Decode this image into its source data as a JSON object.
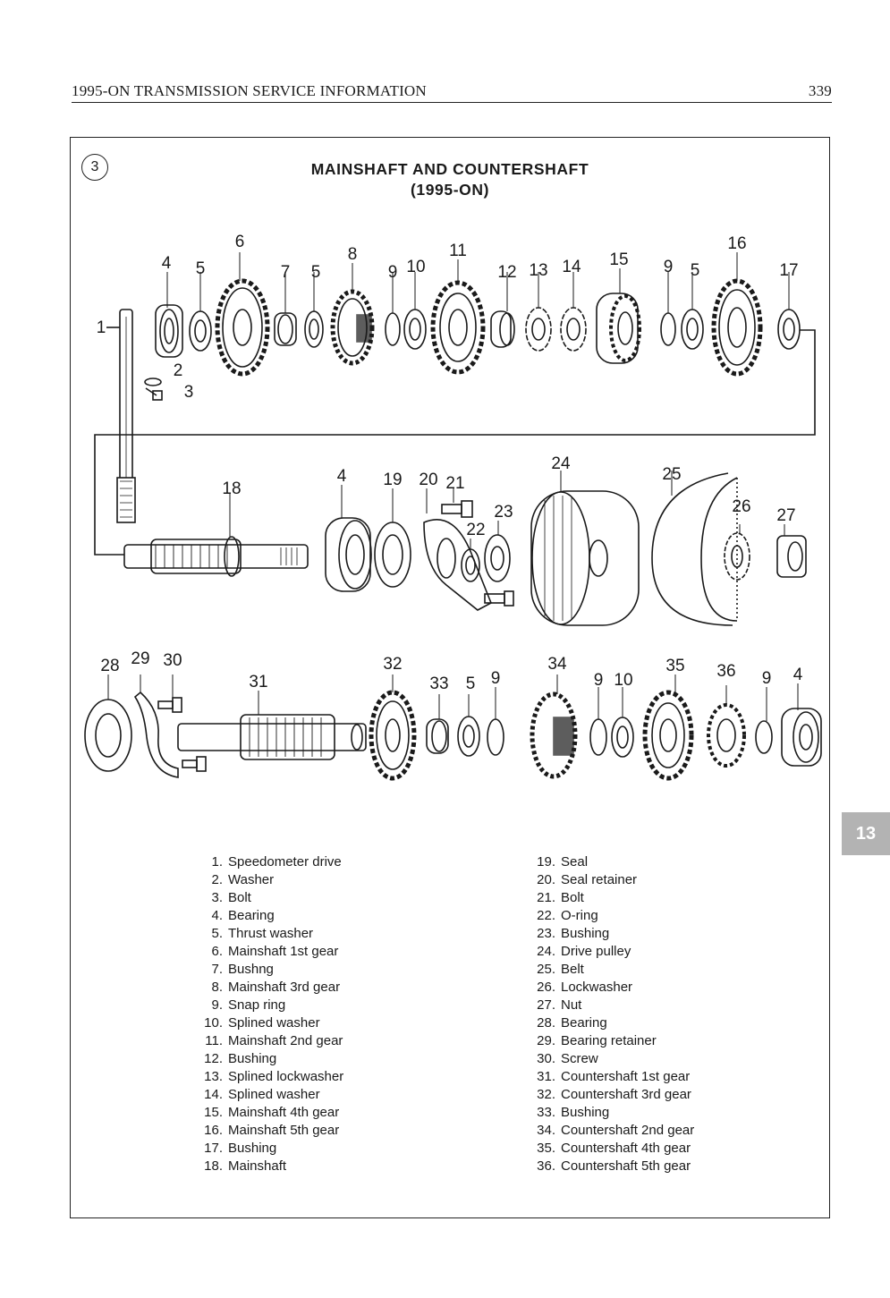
{
  "header": {
    "title": "1995-ON TRANSMISSION SERVICE INFORMATION",
    "page_number": "339"
  },
  "figure": {
    "number": "3",
    "title_line1": "MAINSHAFT AND COUNTERSHAFT",
    "title_line2": "(1995-ON)"
  },
  "callouts": {
    "row1": [
      "1",
      "2",
      "3",
      "4",
      "5",
      "6",
      "7",
      "5",
      "8",
      "9",
      "10",
      "11",
      "12",
      "13",
      "14",
      "15",
      "9",
      "5",
      "16",
      "17"
    ],
    "row2": [
      "18",
      "4",
      "19",
      "20",
      "21",
      "22",
      "23",
      "24",
      "25",
      "26",
      "27"
    ],
    "row3": [
      "28",
      "29",
      "30",
      "31",
      "32",
      "33",
      "5",
      "9",
      "34",
      "9",
      "10",
      "35",
      "36",
      "9",
      "4"
    ]
  },
  "legend_left": [
    {
      "num": "1.",
      "label": "Speedometer drive"
    },
    {
      "num": "2.",
      "label": "Washer"
    },
    {
      "num": "3.",
      "label": "Bolt"
    },
    {
      "num": "4.",
      "label": "Bearing"
    },
    {
      "num": "5.",
      "label": "Thrust washer"
    },
    {
      "num": "6.",
      "label": "Mainshaft 1st gear"
    },
    {
      "num": "7.",
      "label": "Bushng"
    },
    {
      "num": "8.",
      "label": "Mainshaft 3rd gear"
    },
    {
      "num": "9.",
      "label": "Snap ring"
    },
    {
      "num": "10.",
      "label": "Splined washer"
    },
    {
      "num": "11.",
      "label": "Mainshaft 2nd gear"
    },
    {
      "num": "12.",
      "label": "Bushing"
    },
    {
      "num": "13.",
      "label": "Splined lockwasher"
    },
    {
      "num": "14.",
      "label": "Splined washer"
    },
    {
      "num": "15.",
      "label": "Mainshaft 4th gear"
    },
    {
      "num": "16.",
      "label": "Mainshaft 5th gear"
    },
    {
      "num": "17.",
      "label": "Bushing"
    },
    {
      "num": "18.",
      "label": "Mainshaft"
    }
  ],
  "legend_right": [
    {
      "num": "19.",
      "label": "Seal"
    },
    {
      "num": "20.",
      "label": "Seal retainer"
    },
    {
      "num": "21.",
      "label": "Bolt"
    },
    {
      "num": "22.",
      "label": "O-ring"
    },
    {
      "num": "23.",
      "label": "Bushing"
    },
    {
      "num": "24.",
      "label": "Drive pulley"
    },
    {
      "num": "25.",
      "label": "Belt"
    },
    {
      "num": "26.",
      "label": "Lockwasher"
    },
    {
      "num": "27.",
      "label": "Nut"
    },
    {
      "num": "28.",
      "label": "Bearing"
    },
    {
      "num": "29.",
      "label": "Bearing retainer"
    },
    {
      "num": "30.",
      "label": "Screw"
    },
    {
      "num": "31.",
      "label": "Countershaft 1st gear"
    },
    {
      "num": "32.",
      "label": "Countershaft 3rd gear"
    },
    {
      "num": "33.",
      "label": "Bushing"
    },
    {
      "num": "34.",
      "label": "Countershaft 2nd gear"
    },
    {
      "num": "35.",
      "label": "Countershaft 4th gear"
    },
    {
      "num": "36.",
      "label": "Countershaft 5th gear"
    }
  ],
  "section_tab": "13",
  "colors": {
    "ink": "#1a1a1a",
    "tab": "#b3b3b3"
  }
}
